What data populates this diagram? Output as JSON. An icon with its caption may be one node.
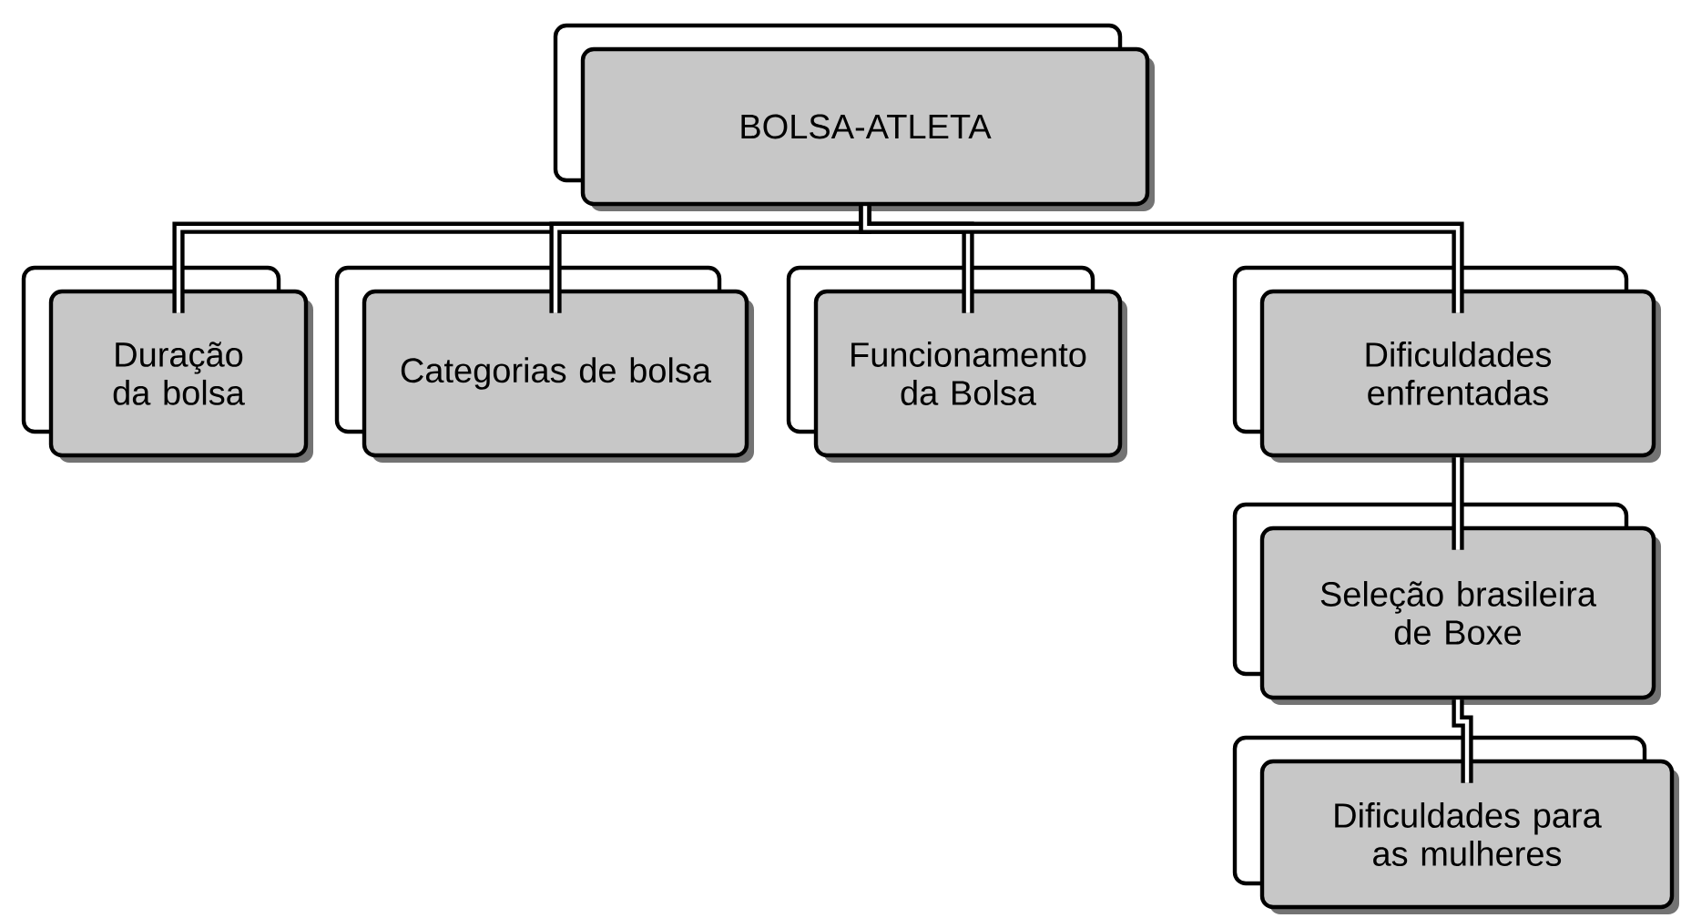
{
  "diagram": {
    "nodes": [
      {
        "text": [
          "BOLSA-ATLETA"
        ]
      },
      {
        "text": [
          "Duração da bolsa"
        ]
      },
      {
        "text": [
          "Categorias de bolsa"
        ]
      },
      {
        "text": [
          "Funcionamento da Bolsa"
        ]
      },
      {
        "text": [
          "Dificuldades enfrentadas"
        ]
      },
      {
        "text": [
          "Seleção brasileira de Boxe"
        ]
      },
      {
        "text": [
          "Dificuldades para as mulheres"
        ]
      }
    ],
    "edges": [
      {
        "from": 0,
        "to": 1,
        "arrow": "none"
      },
      {
        "from": 0,
        "to": 2,
        "arrow": "none"
      },
      {
        "from": 0,
        "to": 3,
        "arrow": "none"
      },
      {
        "from": 0,
        "to": 4,
        "arrow": "none"
      },
      {
        "from": 4,
        "to": 5,
        "arrow": "none"
      },
      {
        "from": 5,
        "to": 6,
        "arrow": "none"
      }
    ]
  }
}
